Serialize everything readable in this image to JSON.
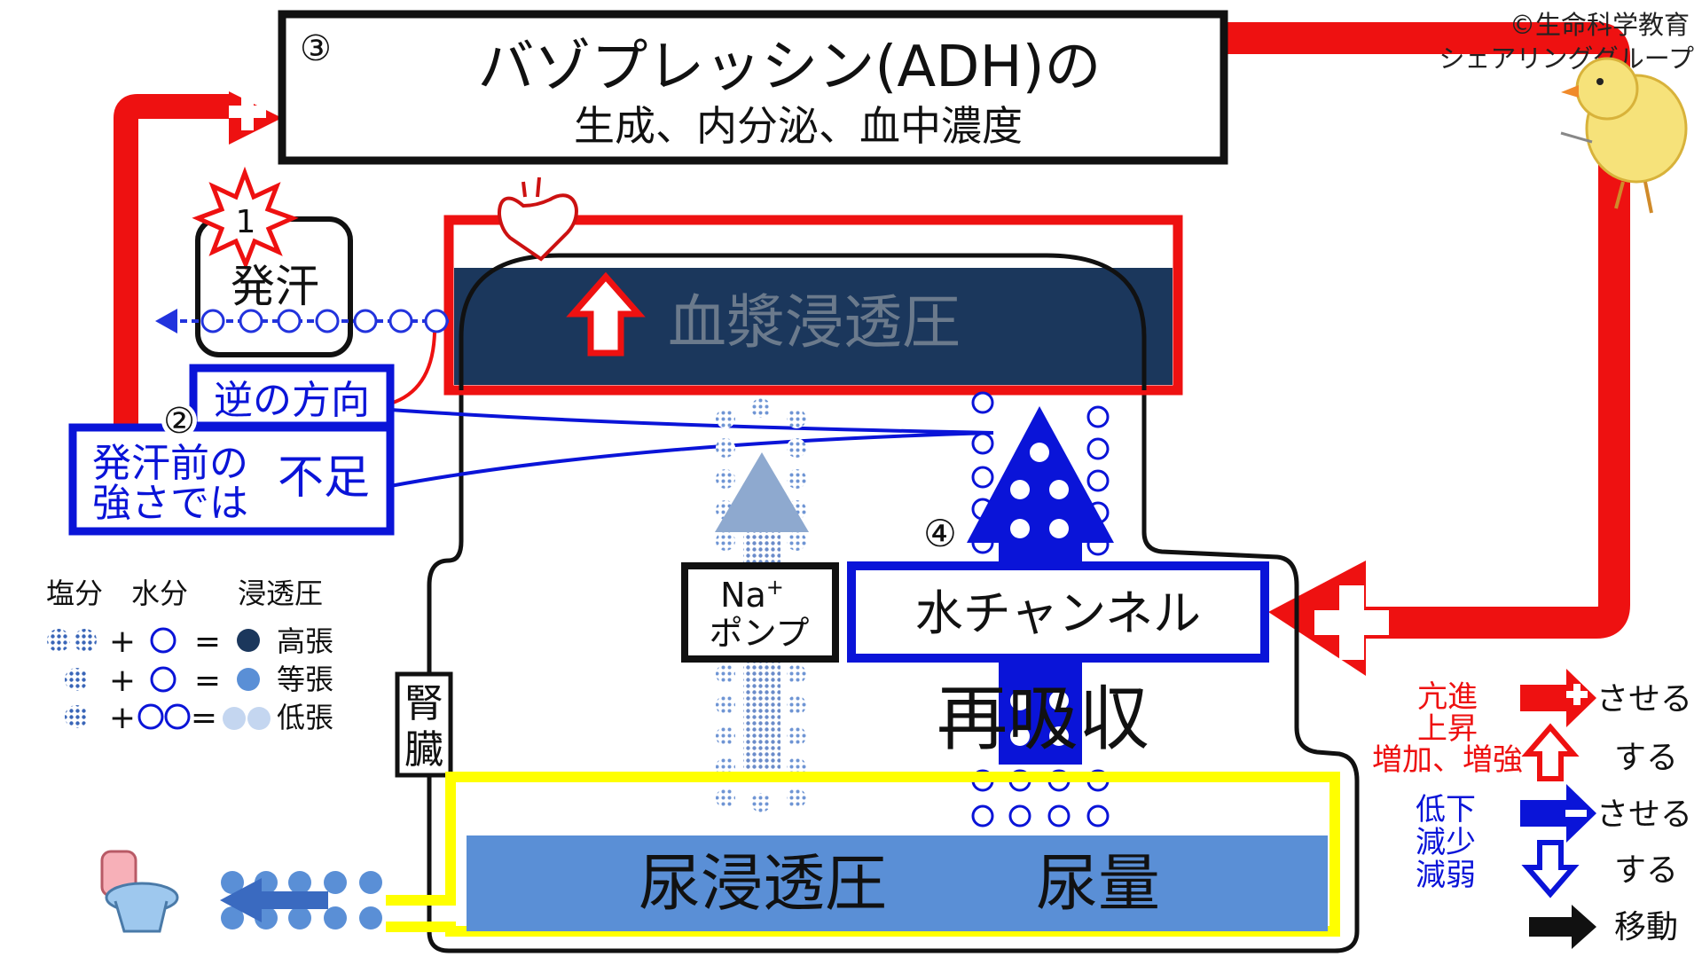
{
  "copyright": {
    "line1": "©生命科学教育",
    "line2": "シェアリンググループ"
  },
  "adh_box": {
    "number": "③",
    "title": "バゾプレッシン(ADH)の",
    "subtitle": "生成、内分泌、血中濃度"
  },
  "sweat": {
    "number": "1",
    "label": "発汗"
  },
  "plasma": {
    "label": "血漿浸透圧"
  },
  "step2": {
    "number": "②",
    "reverse_label": "逆の方向",
    "before_label_line1": "発汗前の",
    "before_label_line2": "強さでは",
    "insufficient_label": "不足"
  },
  "legend": {
    "headers": [
      "塩分",
      "水分",
      "浸透圧"
    ],
    "rows": [
      {
        "plus": "+",
        "equals": "=",
        "result": "高張"
      },
      {
        "plus": "+",
        "equals": "=",
        "result": "等張"
      },
      {
        "plus": "+",
        "equals": "=",
        "result": "低張"
      }
    ]
  },
  "na_pump": {
    "line1": "Na",
    "sup": "+",
    "line2": "ポンプ"
  },
  "water_channel": {
    "number": "④",
    "label": "水チャンネル"
  },
  "reabsorption": {
    "label": "再吸収"
  },
  "kidney": {
    "line1": "腎",
    "line2": "臓"
  },
  "urine": {
    "osmotic_label": "尿浸透圧",
    "volume_label": "尿量"
  },
  "key": {
    "promote_words": [
      "亢進",
      "上昇",
      "増加、増強"
    ],
    "promote_cause": "させる",
    "promote_self": "する",
    "reduce_words": [
      "低下",
      "減少",
      "減弱"
    ],
    "reduce_cause": "させる",
    "reduce_self": "する",
    "move_label": "移動"
  },
  "colors": {
    "red": "#ee1111",
    "blue": "#0a14d8",
    "navy": "#1b375c",
    "light_blue": "#5a8fd6",
    "yellow": "#ffff00",
    "plasma_text": "#6b7a8c"
  }
}
